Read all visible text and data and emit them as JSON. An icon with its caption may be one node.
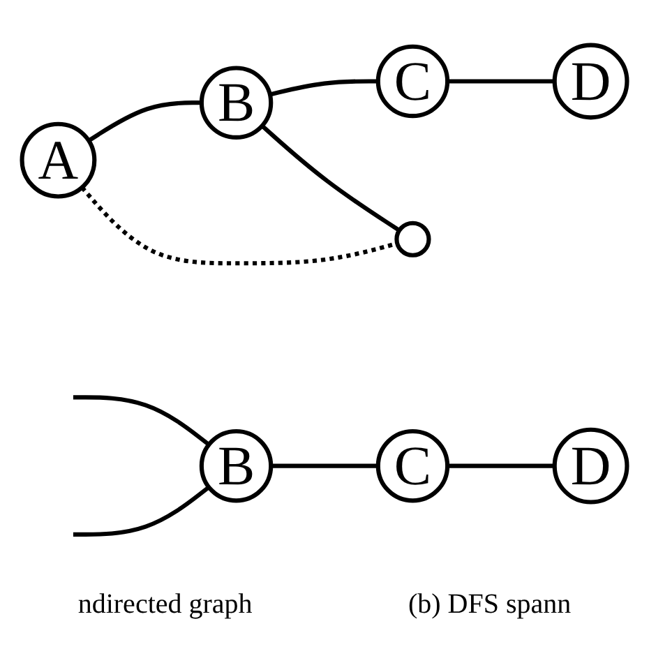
{
  "diagram": {
    "nodes": [
      {
        "text": [
          "B"
        ]
      },
      {
        "text": [
          "C"
        ]
      },
      {
        "text": [
          "D"
        ]
      },
      {
        "text": [
          "A"
        ]
      },
      {
        "text": [
          "B"
        ]
      },
      {
        "text": [],
        "shape": "circle"
      },
      {
        "text": [
          "C"
        ]
      },
      {
        "text": [
          "D"
        ]
      }
    ],
    "edges": [
      {
        "from": null,
        "to": 0,
        "arrow": "none"
      },
      {
        "from": null,
        "to": 0,
        "arrow": "none"
      },
      {
        "from": 0,
        "to": 1,
        "arrow": "none"
      },
      {
        "from": 1,
        "to": 2,
        "arrow": "none"
      },
      {
        "from": 3,
        "to": 4,
        "arrow": "none"
      },
      {
        "from": 3,
        "to": 5,
        "arrow": "none",
        "style": "dashed"
      },
      {
        "from": 4,
        "to": 5,
        "arrow": "none"
      },
      {
        "from": 4,
        "to": 6,
        "arrow": "none"
      },
      {
        "from": 6,
        "to": 7,
        "arrow": "none"
      }
    ],
    "labels": [
      "ndirected graph",
      "(b) DFS spann"
    ]
  }
}
